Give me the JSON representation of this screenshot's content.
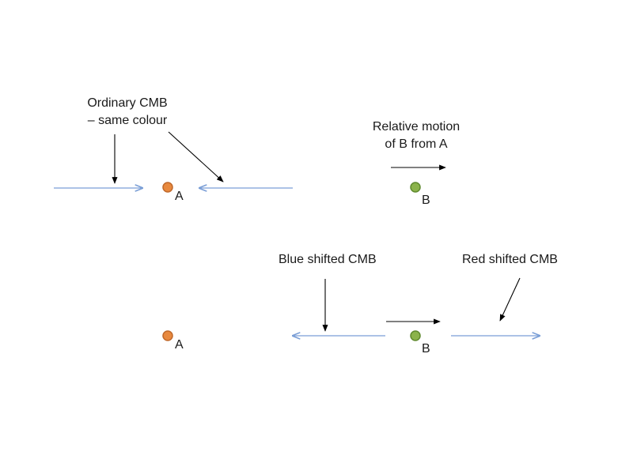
{
  "labels": {
    "ordinary_cmb_line1": "Ordinary CMB",
    "ordinary_cmb_line2": "– same colour",
    "relative_motion_line1": "Relative motion",
    "relative_motion_line2": "of B from A",
    "blue_shifted": "Blue shifted CMB",
    "red_shifted": "Red shifted CMB",
    "point_a_top": "A",
    "point_b_top": "B",
    "point_a_bottom": "A",
    "point_b_bottom": "B"
  },
  "colors": {
    "cmb_ray": "#7a9ed6",
    "pointer": "#000000",
    "point_a_fill": "#e8893e",
    "point_a_stroke": "#c0682a",
    "point_b_fill": "#8bb34b",
    "point_b_stroke": "#5f8a2e"
  }
}
